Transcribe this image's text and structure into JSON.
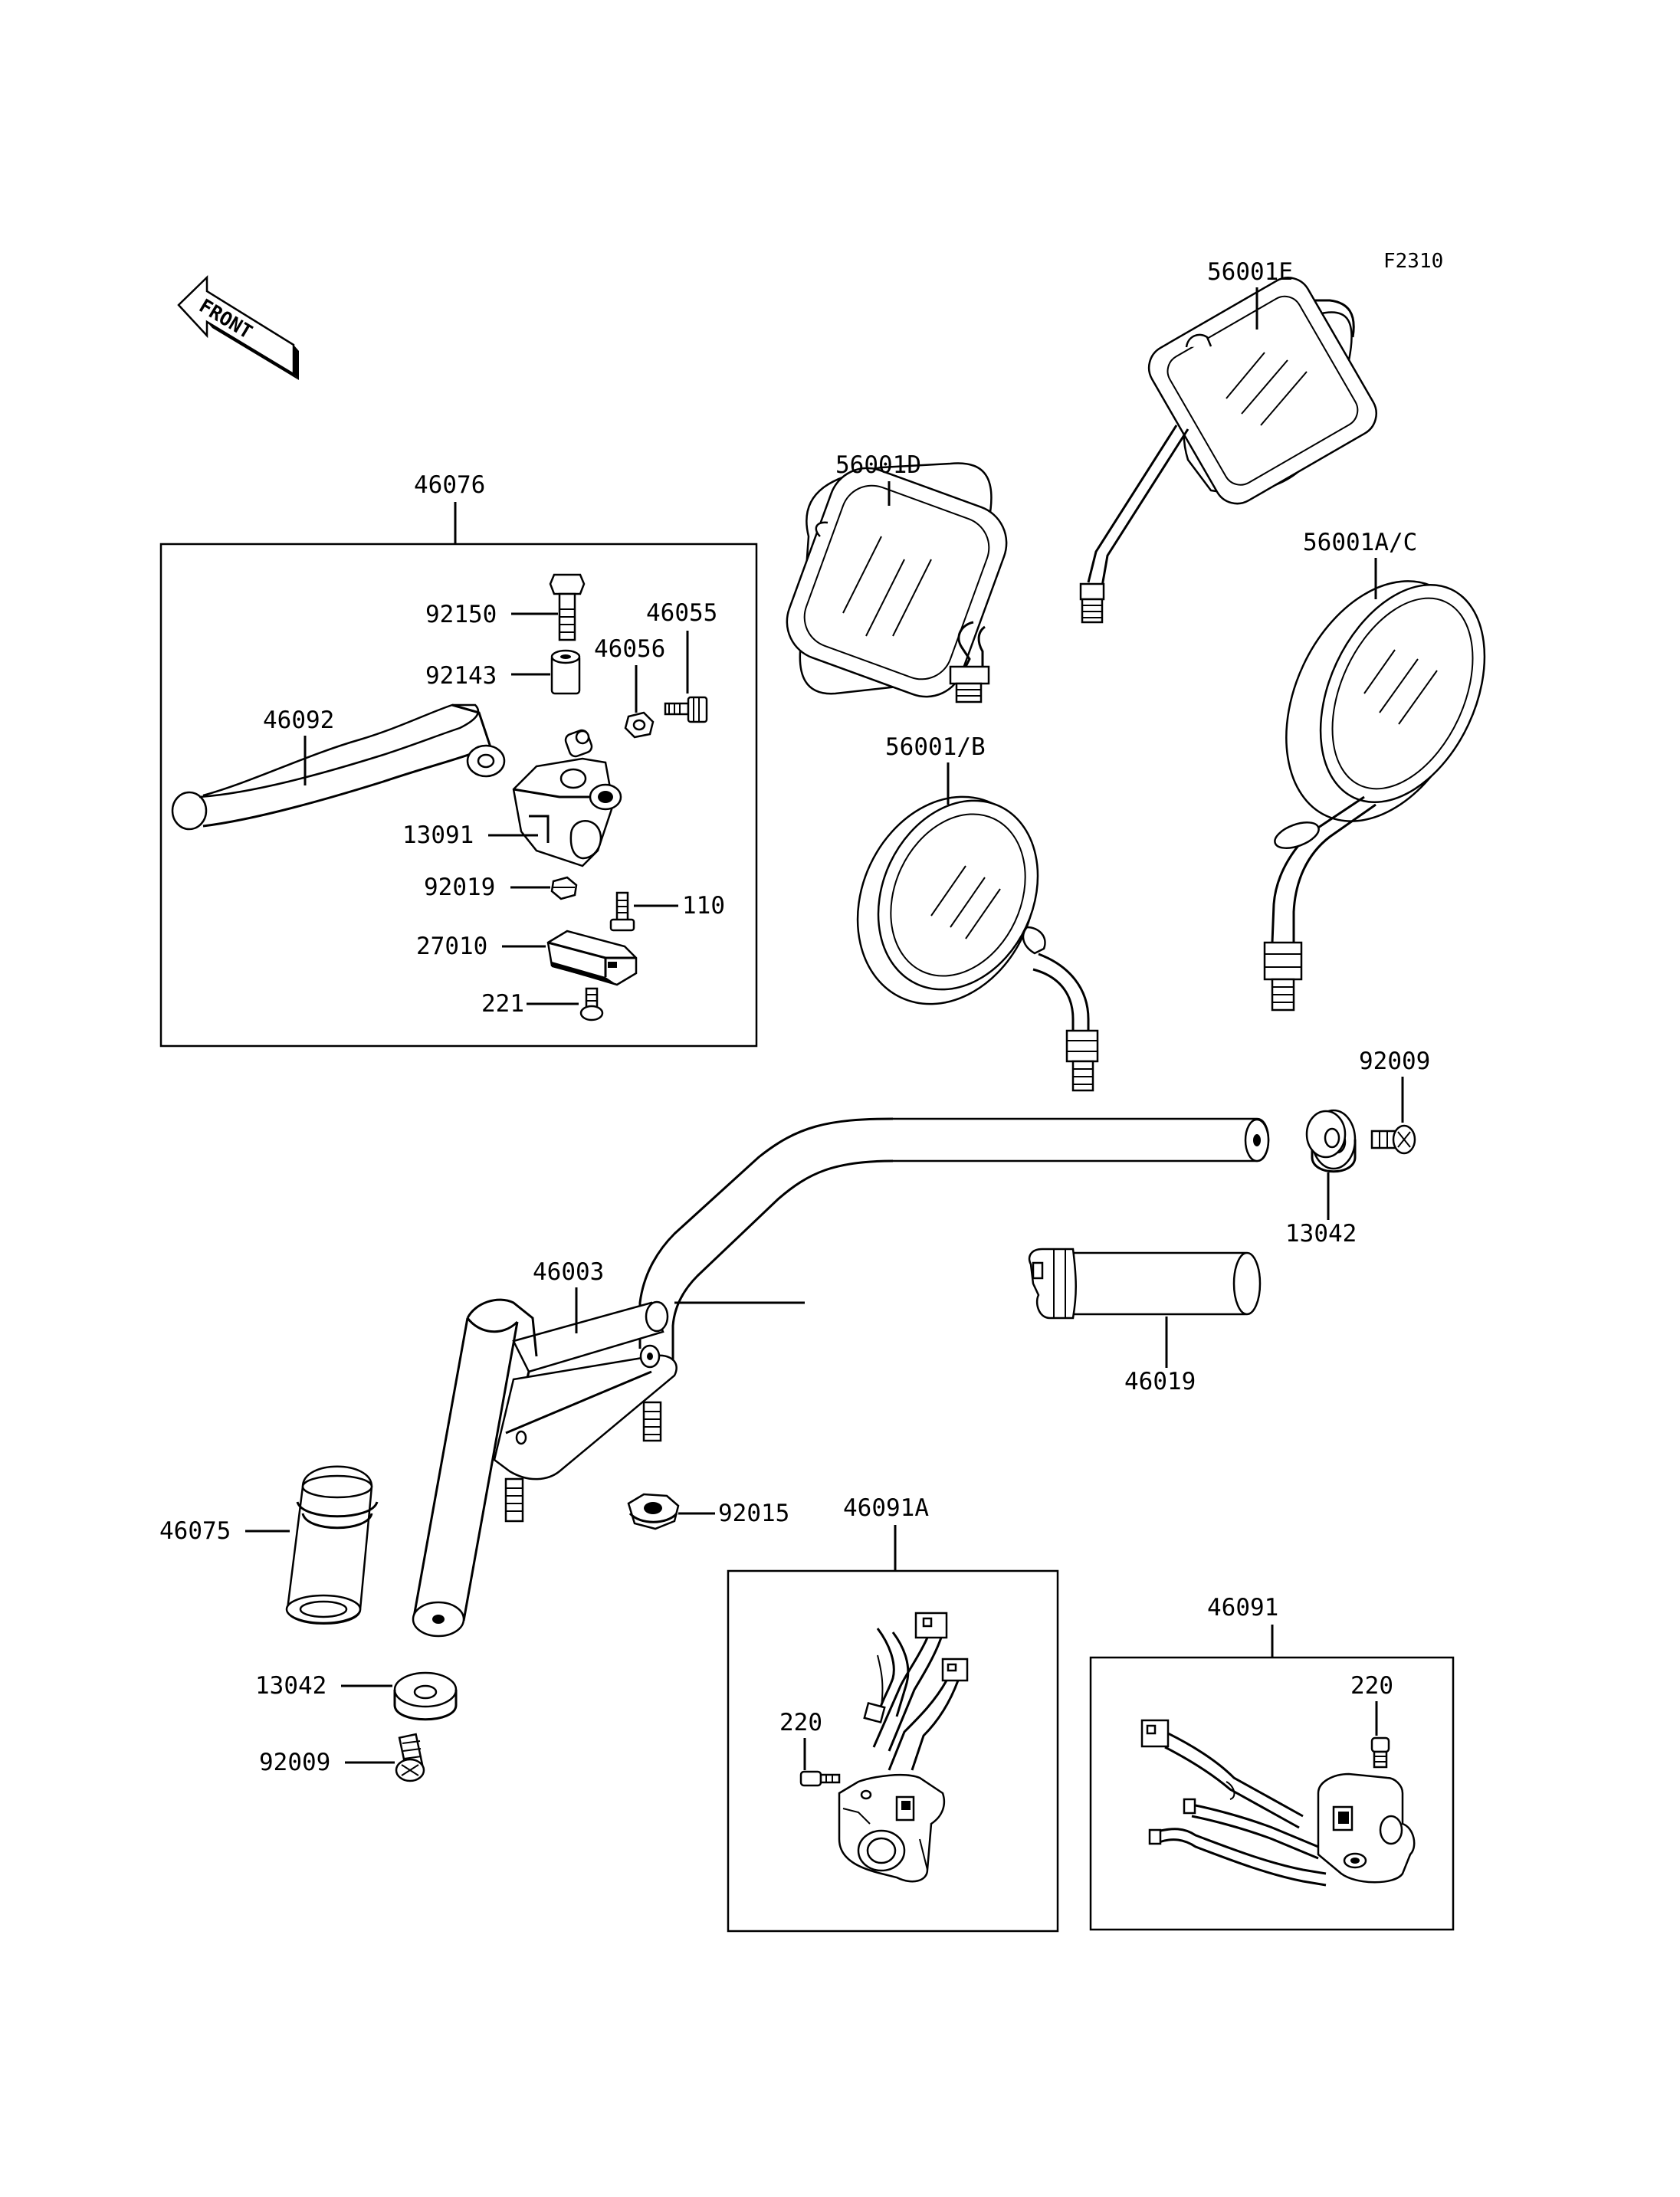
{
  "figure_code": "F2310",
  "front_label": "FRONT",
  "labels": {
    "p56001E": "56001E",
    "p56001D": "56001D",
    "p56001AC": "56001A/C",
    "p56001B": "56001/B",
    "p46076": "46076",
    "p92150": "92150",
    "p92143": "92143",
    "p46055": "46055",
    "p46056": "46056",
    "p46092": "46092",
    "p13091": "13091",
    "p92019": "92019",
    "p110": "110",
    "p27010": "27010",
    "p221": "221",
    "p92009a": "92009",
    "p13042a": "13042",
    "p46003": "46003",
    "p46019": "46019",
    "p46075": "46075",
    "p92015": "92015",
    "p46091A": "46091A",
    "p46091": "46091",
    "p220a": "220",
    "p220b": "220",
    "p13042b": "13042",
    "p92009b": "92009"
  }
}
